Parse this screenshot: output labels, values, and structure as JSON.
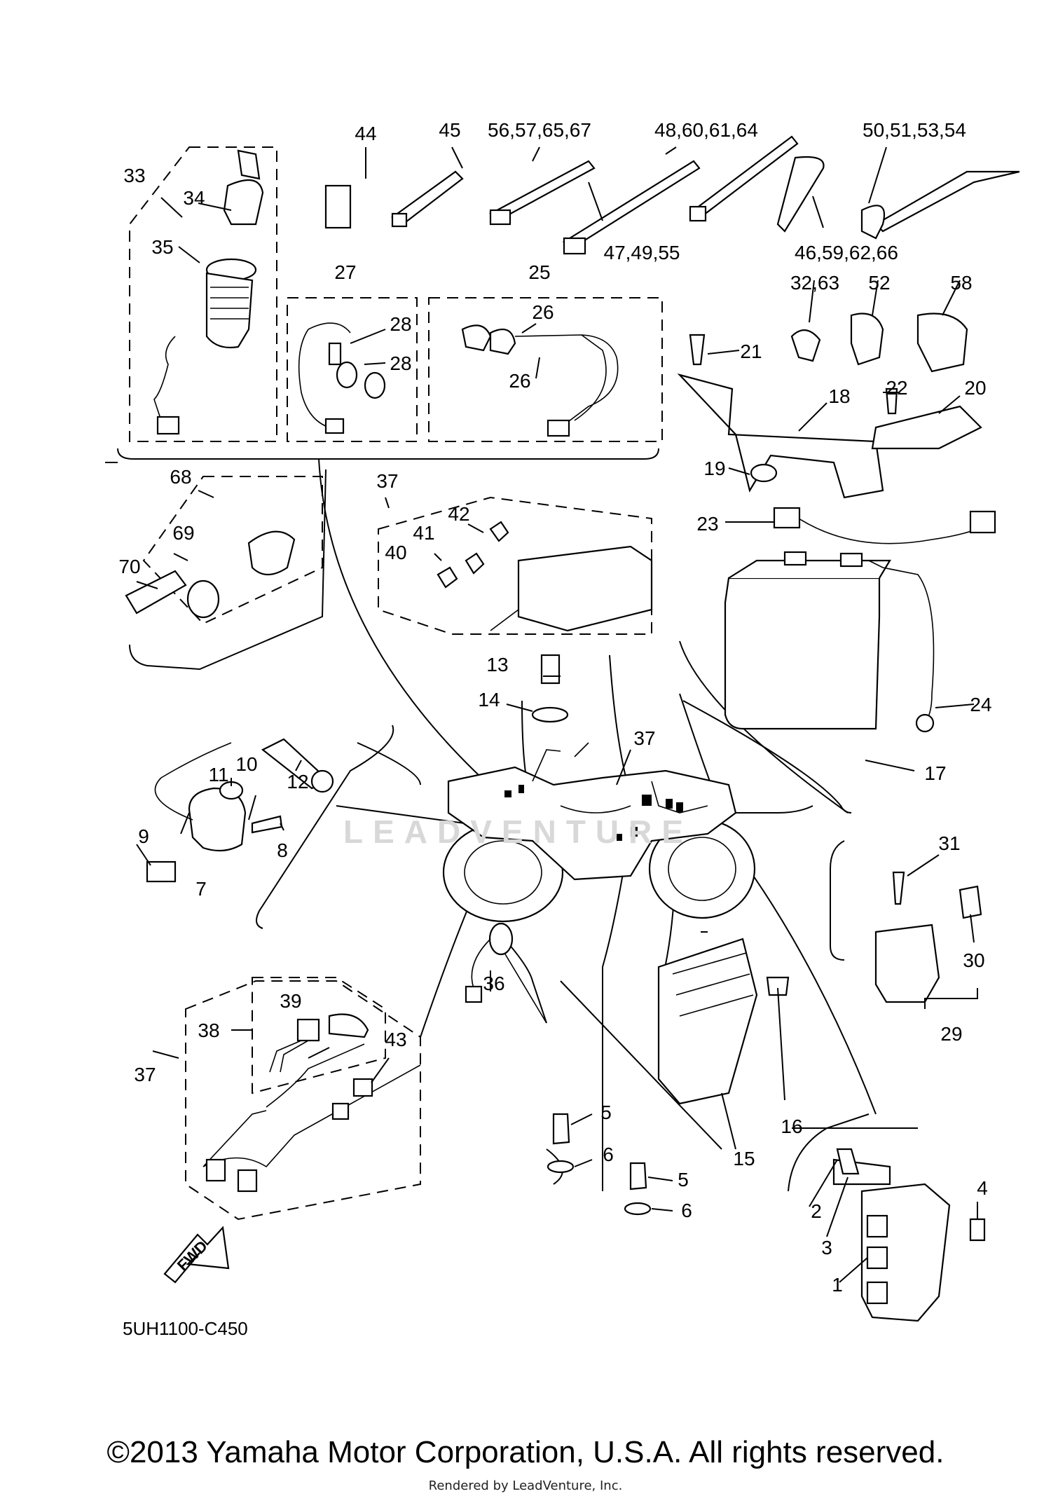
{
  "diagram": {
    "code": "5UH1100-C450",
    "fwd_label": "FWD",
    "watermark": "LEADVENTURE",
    "callouts": [
      {
        "id": "c44",
        "text": "44"
      },
      {
        "id": "c45",
        "text": "45"
      },
      {
        "id": "c56",
        "text": "56,57,65,67"
      },
      {
        "id": "c48",
        "text": "48,60,61,64"
      },
      {
        "id": "c50",
        "text": "50,51,53,54"
      },
      {
        "id": "c47",
        "text": "47,49,55"
      },
      {
        "id": "c46",
        "text": "46,59,62,66"
      },
      {
        "id": "c33",
        "text": "33"
      },
      {
        "id": "c34",
        "text": "34"
      },
      {
        "id": "c35",
        "text": "35"
      },
      {
        "id": "c27",
        "text": "27"
      },
      {
        "id": "c28a",
        "text": "28"
      },
      {
        "id": "c28b",
        "text": "28"
      },
      {
        "id": "c25",
        "text": "25"
      },
      {
        "id": "c26a",
        "text": "26"
      },
      {
        "id": "c26b",
        "text": "26"
      },
      {
        "id": "c32",
        "text": "32,63"
      },
      {
        "id": "c52",
        "text": "52"
      },
      {
        "id": "c58",
        "text": "58"
      },
      {
        "id": "c21",
        "text": "21"
      },
      {
        "id": "c22",
        "text": "22"
      },
      {
        "id": "c20",
        "text": "20"
      },
      {
        "id": "c18",
        "text": "18"
      },
      {
        "id": "c19",
        "text": "19"
      },
      {
        "id": "c23",
        "text": "23"
      },
      {
        "id": "c68",
        "text": "68"
      },
      {
        "id": "c69",
        "text": "69"
      },
      {
        "id": "c70",
        "text": "70"
      },
      {
        "id": "c37a",
        "text": "37"
      },
      {
        "id": "c42",
        "text": "42"
      },
      {
        "id": "c41",
        "text": "41"
      },
      {
        "id": "c40",
        "text": "40"
      },
      {
        "id": "c13",
        "text": "13"
      },
      {
        "id": "c14",
        "text": "14"
      },
      {
        "id": "c24",
        "text": "24"
      },
      {
        "id": "c17",
        "text": "17"
      },
      {
        "id": "c37b",
        "text": "37"
      },
      {
        "id": "c10",
        "text": "10"
      },
      {
        "id": "c11",
        "text": "11"
      },
      {
        "id": "c12",
        "text": "12"
      },
      {
        "id": "c9",
        "text": "9"
      },
      {
        "id": "c7",
        "text": "7"
      },
      {
        "id": "c8",
        "text": "8"
      },
      {
        "id": "c31",
        "text": "31"
      },
      {
        "id": "c30",
        "text": "30"
      },
      {
        "id": "c29",
        "text": "29"
      },
      {
        "id": "c39",
        "text": "39"
      },
      {
        "id": "c38",
        "text": "38"
      },
      {
        "id": "c43",
        "text": "43"
      },
      {
        "id": "c37c",
        "text": "37"
      },
      {
        "id": "c36",
        "text": "36"
      },
      {
        "id": "c5a",
        "text": "5"
      },
      {
        "id": "c6a",
        "text": "6"
      },
      {
        "id": "c5b",
        "text": "5"
      },
      {
        "id": "c6b",
        "text": "6"
      },
      {
        "id": "c15",
        "text": "15"
      },
      {
        "id": "c16",
        "text": "16"
      },
      {
        "id": "c2",
        "text": "2"
      },
      {
        "id": "c3",
        "text": "3"
      },
      {
        "id": "c4",
        "text": "4"
      },
      {
        "id": "c1",
        "text": "1"
      }
    ]
  },
  "footer": {
    "copyright": "©2013 Yamaha Motor Corporation, U.S.A. All rights reserved.",
    "rendered_by": "Rendered by LeadVenture, Inc."
  }
}
